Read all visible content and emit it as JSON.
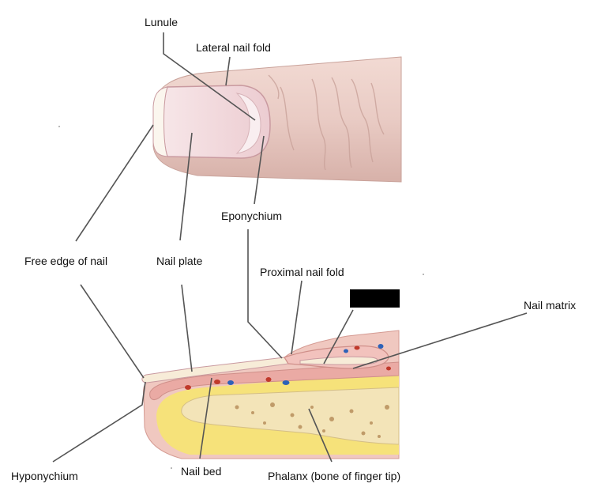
{
  "labels": {
    "lunule": "Lunule",
    "lateral_nail_fold": "Lateral nail fold",
    "eponychium": "Eponychium",
    "free_edge": "Free edge of nail",
    "nail_plate": "Nail plate",
    "proximal_nail_fold": "Proximal nail fold",
    "nail_matrix": "Nail matrix",
    "hyponychium": "Hyponychium",
    "nail_bed": "Nail bed",
    "phalanx": "Phalanx (bone of finger tip)"
  },
  "colors": {
    "skin": "#e9cbc4",
    "skin_shadow": "#c9a29a",
    "nail": "#f1d9dc",
    "lunule": "#f7eaec",
    "dermis_pink": "#eab4b0",
    "fat_yellow": "#f6e27a",
    "bone": "#f2e3b6",
    "leader_line": "#555555",
    "redaction": "#000000"
  }
}
